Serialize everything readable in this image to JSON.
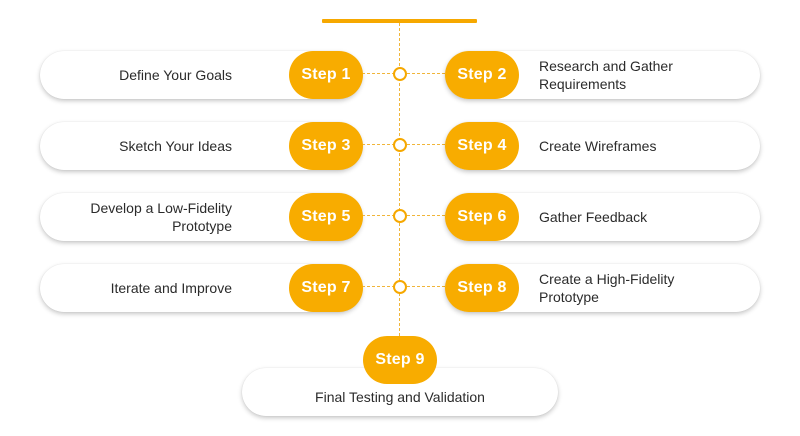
{
  "colors": {
    "accent": "#f8ac00",
    "line": "#f0b53a",
    "text": "#2b2b2b",
    "card": "#ffffff"
  },
  "steps": [
    {
      "badge": "Step 1",
      "label": "Define Your Goals"
    },
    {
      "badge": "Step 2",
      "label": "Research and Gather Requirements"
    },
    {
      "badge": "Step 3",
      "label": "Sketch Your Ideas"
    },
    {
      "badge": "Step 4",
      "label": "Create Wireframes"
    },
    {
      "badge": "Step 5",
      "label": "Develop a Low-Fidelity Prototype"
    },
    {
      "badge": "Step 6",
      "label": "Gather Feedback"
    },
    {
      "badge": "Step 7",
      "label": "Iterate and Improve"
    },
    {
      "badge": "Step 8",
      "label": "Create a High-Fidelity Prototype"
    }
  ],
  "final_step": {
    "badge": "Step 9",
    "label": "Final Testing and Validation"
  }
}
